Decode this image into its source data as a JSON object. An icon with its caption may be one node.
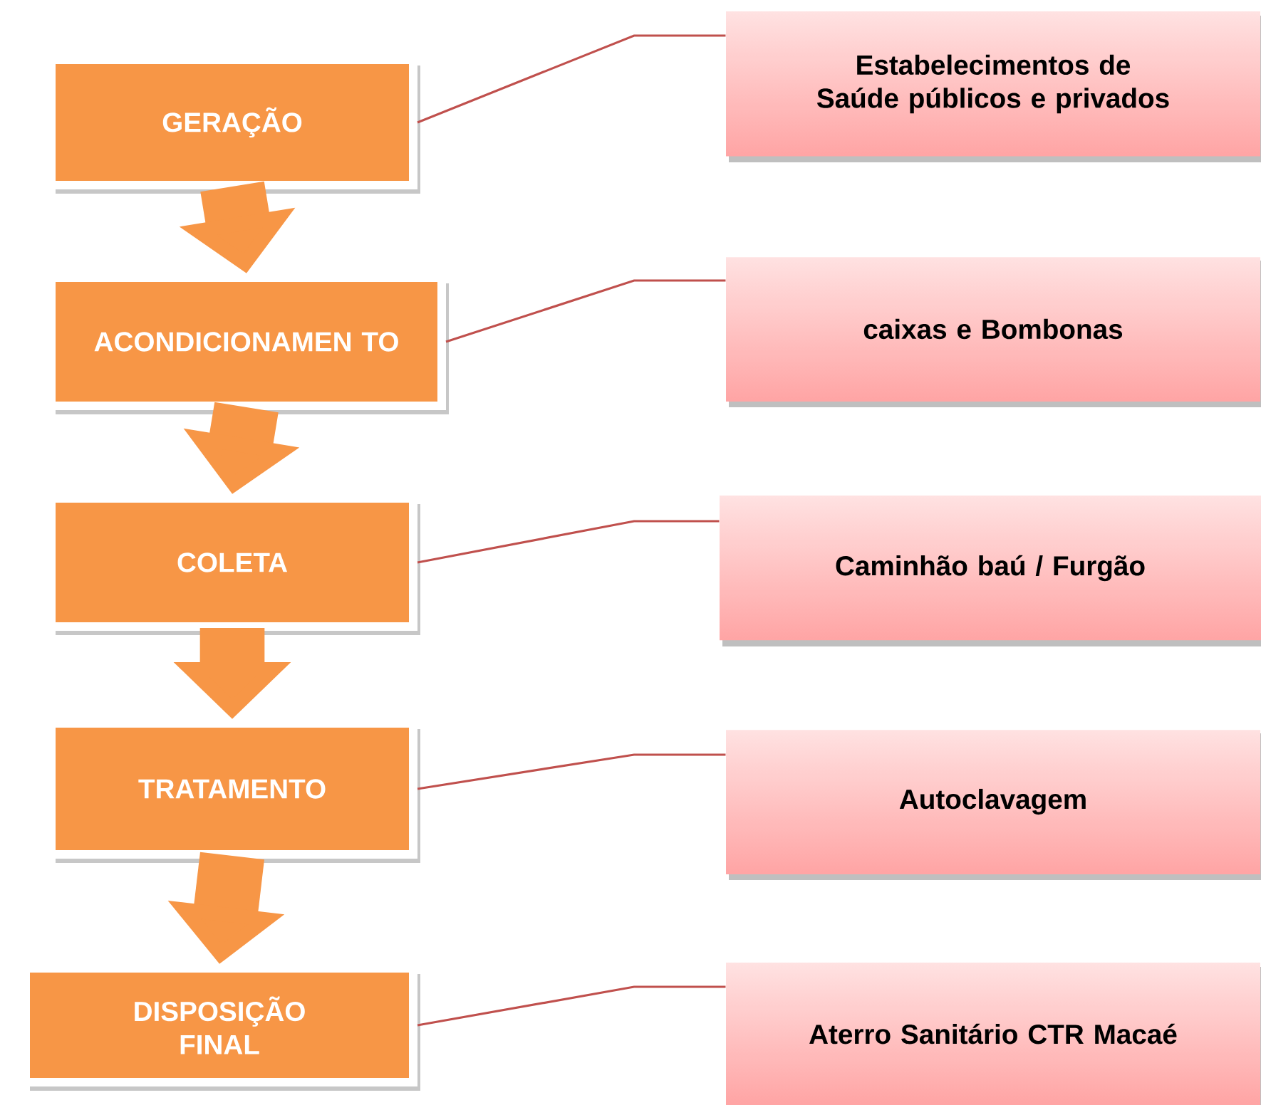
{
  "diagram": {
    "nodes": [
      {
        "text": [
          "GERAÇÃO"
        ]
      },
      {
        "text": [
          "ACONDICIONAMEN TO"
        ]
      },
      {
        "text": [
          "COLETA"
        ]
      },
      {
        "text": [
          "TRATAMENTO"
        ]
      },
      {
        "text": [
          "DISPOSIÇÃO FINAL"
        ]
      },
      {
        "text": [
          "Estabelecimentos de Saúde públicos e privados"
        ]
      },
      {
        "text": [
          "caixas e Bombonas"
        ]
      },
      {
        "text": [
          "Caminhão baú / Furgão"
        ]
      },
      {
        "text": [
          "Autoclavagem"
        ]
      },
      {
        "text": [
          "Aterro Sanitário CTR Macaé"
        ]
      }
    ],
    "edges": [
      {
        "from": 0,
        "to": 1,
        "arrow": "to",
        "style": "thick",
        "color": "#f79646"
      },
      {
        "from": 1,
        "to": 2,
        "arrow": "to",
        "style": "thick",
        "color": "#f79646"
      },
      {
        "from": 2,
        "to": 3,
        "arrow": "to",
        "style": "thick",
        "color": "#f79646"
      },
      {
        "from": 3,
        "to": 4,
        "arrow": "to",
        "style": "thick",
        "color": "#f79646"
      },
      {
        "from": 0,
        "to": 5,
        "arrow": "none"
      },
      {
        "from": 1,
        "to": 6,
        "arrow": "none"
      },
      {
        "from": 2,
        "to": 7,
        "arrow": "none"
      },
      {
        "from": 3,
        "to": 8,
        "arrow": "none"
      },
      {
        "from": 4,
        "to": 9,
        "arrow": "none"
      }
    ]
  }
}
